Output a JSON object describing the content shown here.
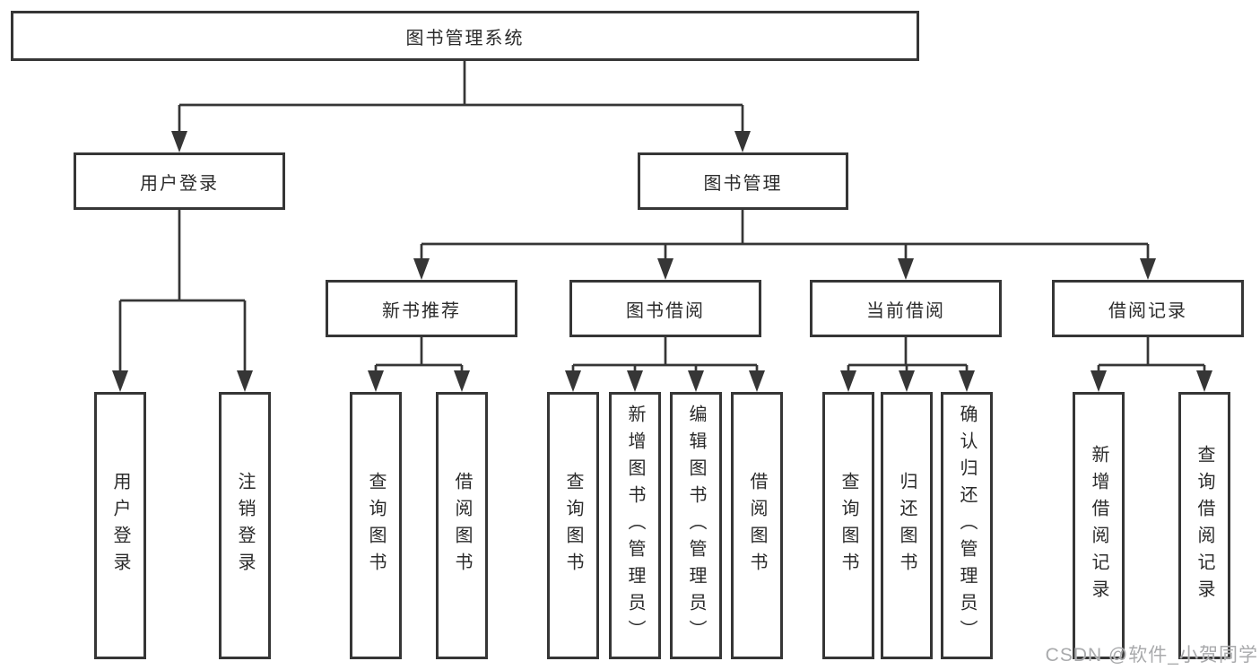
{
  "diagram": {
    "title": "图书管理系统",
    "branches": [
      {
        "label": "用户登录",
        "children": [
          {
            "label": "用户登录"
          },
          {
            "label": "注销登录"
          }
        ]
      },
      {
        "label": "图书管理",
        "children": [
          {
            "label": "新书推荐",
            "children": [
              {
                "label": "查询图书"
              },
              {
                "label": "借阅图书"
              }
            ]
          },
          {
            "label": "图书借阅",
            "children": [
              {
                "label": "查询图书"
              },
              {
                "label": "新增图书（管理员）"
              },
              {
                "label": "编辑图书（管理员）"
              },
              {
                "label": "借阅图书"
              }
            ]
          },
          {
            "label": "当前借阅",
            "children": [
              {
                "label": "查询图书"
              },
              {
                "label": "归还图书"
              },
              {
                "label": "确认归还（管理员）"
              }
            ]
          },
          {
            "label": "借阅记录",
            "children": [
              {
                "label": "新增借阅记录"
              },
              {
                "label": "查询借阅记录"
              }
            ]
          }
        ]
      }
    ]
  },
  "watermark": {
    "text": "CSDN @软件_小贺同学"
  },
  "colors": {
    "line": "#363636",
    "border": "#363636",
    "text": "#2b2b2b",
    "background": "#ffffff",
    "watermark": "#a9aaac"
  }
}
